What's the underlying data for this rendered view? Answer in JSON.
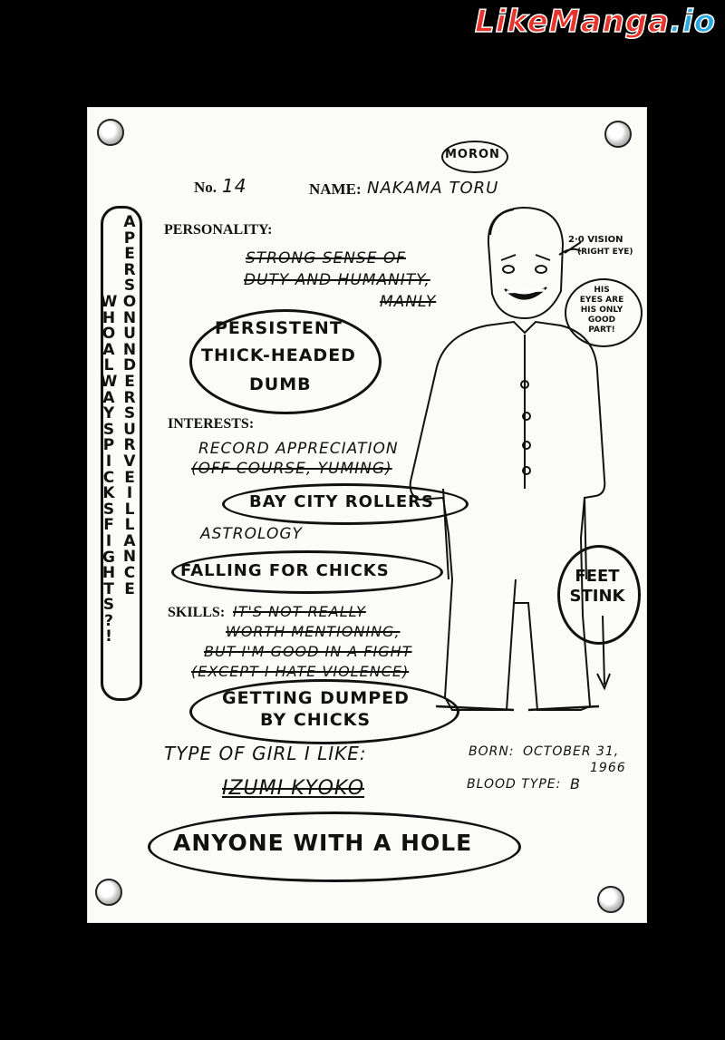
{
  "watermark": {
    "part1": "LikeManga",
    "part2": ".io"
  },
  "profile": {
    "number_label": "No.",
    "number_value": "14",
    "name_label": "NAME:",
    "name_value": "NAKAMA TORU",
    "name_tag": "MORON",
    "side_banner_left": "A PERSON UNDER SURVEILLANCE",
    "side_banner_right": "WHO ALWAYS PICKS FIGHTS?!",
    "personality": {
      "label": "PERSONALITY:",
      "struck_lines": [
        "STRONG SENSE OF",
        "DUTY AND HUMANITY,",
        "MANLY"
      ],
      "corrected_lines": [
        "PERSISTENT",
        "THICK-HEADED",
        "DUMB"
      ]
    },
    "interests": {
      "label": "INTERESTS:",
      "line1": "RECORD APPRECIATION",
      "line2": "(OFF-COURSE, YUMING)",
      "corrected1": "BAY CITY ROLLERS",
      "line3": "ASTROLOGY",
      "corrected2": "FALLING FOR CHICKS"
    },
    "skills": {
      "label": "SKILLS:",
      "struck_lines": [
        "IT'S NOT REALLY",
        "WORTH MENTIONING,",
        "BUT I'M GOOD IN A FIGHT",
        "(EXCEPT I HATE VIOLENCE)"
      ],
      "corrected_lines": [
        "GETTING DUMPED",
        "BY CHICKS"
      ]
    },
    "type_of_girl": {
      "label": "TYPE OF GIRL I LIKE:",
      "struck": "IZUMI KYOKO",
      "corrected": "ANYONE WITH A HOLE"
    },
    "born": {
      "label": "BORN:",
      "value_line1": "OCTOBER 31,",
      "value_line2": "1966"
    },
    "blood_type": {
      "label": "BLOOD TYPE:",
      "value": "B"
    },
    "notes": {
      "vision_line1": "2·0 VISION",
      "vision_line2": "(RIGHT EYE)",
      "eyes_lines": [
        "HIS",
        "EYES ARE",
        "HIS ONLY",
        "GOOD",
        "PART!"
      ],
      "feet_lines": [
        "FEET",
        "STINK"
      ]
    }
  }
}
